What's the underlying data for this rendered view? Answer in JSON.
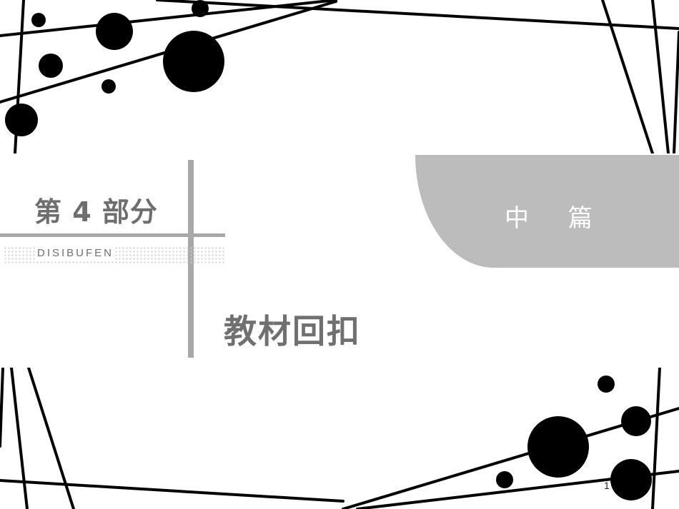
{
  "slide": {
    "part_title": "第 4 部分",
    "part_subtitle": "DISIBUFEN",
    "banner_label": "中 篇",
    "main_title": "教材回扣",
    "page_number": "1"
  },
  "colors": {
    "background": "#ffffff",
    "accent_gray": "#a8a8a8",
    "banner_gray": "#bcbcbc",
    "title_text": "#6e6e6e",
    "banner_text": "#ffffff",
    "decoration": "#000000"
  }
}
